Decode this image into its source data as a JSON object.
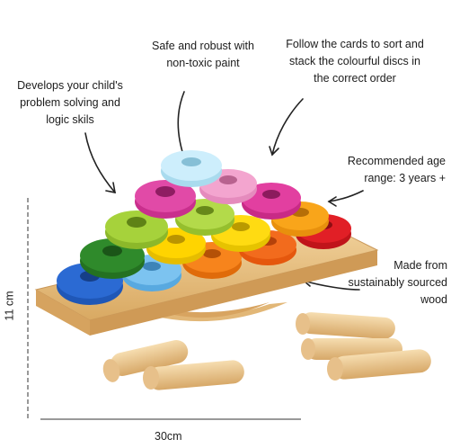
{
  "callouts": {
    "develops": "Develops your child's problem solving and logic skils",
    "safe": "Safe and robust with non-toxic paint",
    "follow": "Follow the cards to sort and stack the colourful discs in the correct order",
    "age": "Recommended age range: 3 years +",
    "made": "Made from sustainably sourced wood"
  },
  "dimensions": {
    "height": "11 cm",
    "width": "30cm"
  },
  "colors": {
    "wood": "#e9c48a",
    "wood_dark": "#c99b5a",
    "disc_blue": "#2b6ad3",
    "disc_light_blue": "#7cc3f0",
    "disc_orange": "#f7841c",
    "disc_red": "#e11f26",
    "disc_dark_green": "#2f8a2b",
    "disc_yellow": "#ffd400",
    "disc_light_green": "#a6d23b",
    "disc_pink": "#e23fa0",
    "disc_light_pink": "#f3a5cf",
    "disc_pale_blue": "#cdeefc",
    "disc_light_orange": "#f9a51a"
  },
  "icons": [
    "arrow-icon",
    "ruler-line-icon"
  ]
}
